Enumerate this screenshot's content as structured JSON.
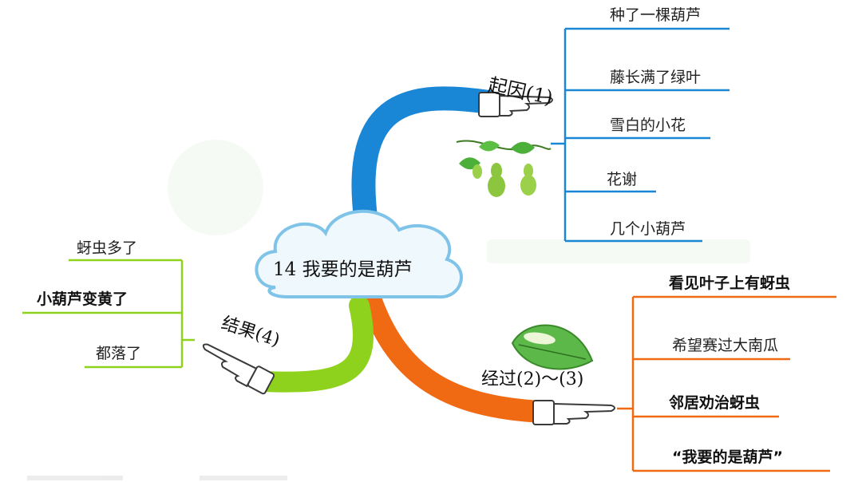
{
  "center": {
    "title": "14 我要的是葫芦"
  },
  "branches": {
    "cause": {
      "title": "起因(1)",
      "color": "#1a86d6",
      "items": [
        "种了一棵葫芦",
        "藤长满了绿叶",
        "雪白的小花",
        "花谢",
        "几个小葫芦"
      ]
    },
    "process": {
      "title": "经过(2)～(3)",
      "color": "#f06a14",
      "items": [
        "看见叶子上有蚜虫",
        "希望赛过大南瓜",
        "邻居劝治蚜虫",
        "“我要的是葫芦”"
      ]
    },
    "result": {
      "title": "结果(4)",
      "color": "#8fd21e",
      "items": [
        "蚜虫多了",
        "小葫芦变黄了",
        "都落了"
      ]
    }
  },
  "icons": [
    "cloud-icon",
    "pointing-hand-icon",
    "gourd-vine-icon",
    "leaf-caterpillar-icon"
  ]
}
